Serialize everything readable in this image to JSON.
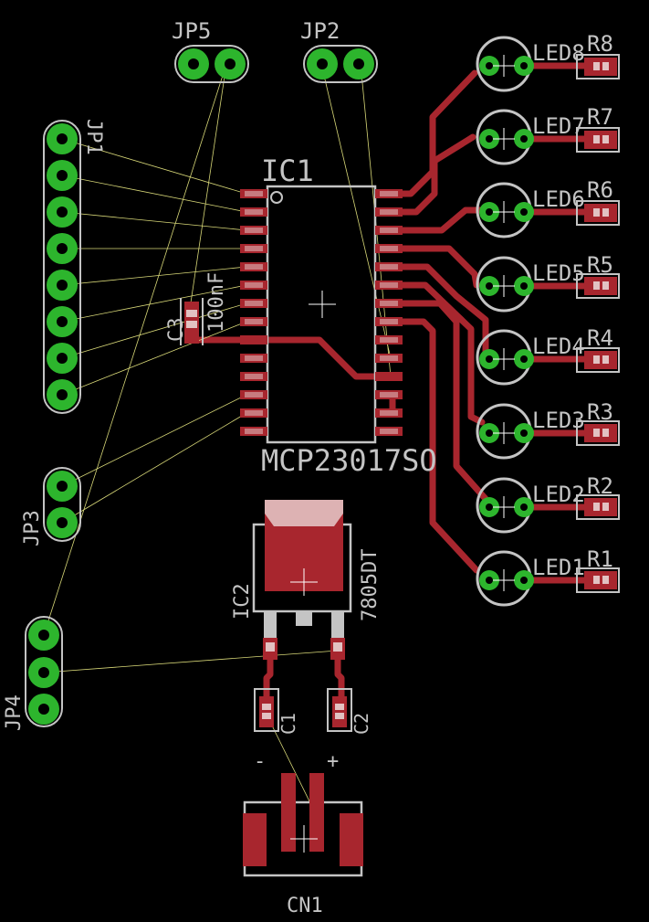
{
  "colors": {
    "background": "#000000",
    "copper": "#a8262e",
    "pad": "#2db52d",
    "silkscreen": "#c4c4c4",
    "airwire": "#d8d878",
    "smd_pad_light": "#e2c2c2"
  },
  "labels": {
    "jp5": "JP5",
    "jp2": "JP2",
    "jp1": "JP1",
    "jp3": "JP3",
    "jp4": "JP4",
    "ic1": "IC1",
    "ic1_value": "MCP23017SO",
    "ic2": "IC2",
    "ic2_value": "7805DT",
    "c3": "C3",
    "c3_value": "100nF",
    "c1": "C1",
    "c2": "C2",
    "cn1": "CN1",
    "cn1_minus": "-",
    "cn1_plus": "+",
    "led8": "LED8",
    "led7": "LED7",
    "led6": "LED6",
    "led5": "LED5",
    "led4": "LED4",
    "led3": "LED3",
    "led2": "LED2",
    "led1": "LED1",
    "r8": "R8",
    "r7": "R7",
    "r6": "R6",
    "r5": "R5",
    "r4": "R4",
    "r3": "R3",
    "r2": "R2",
    "r1": "R1"
  }
}
